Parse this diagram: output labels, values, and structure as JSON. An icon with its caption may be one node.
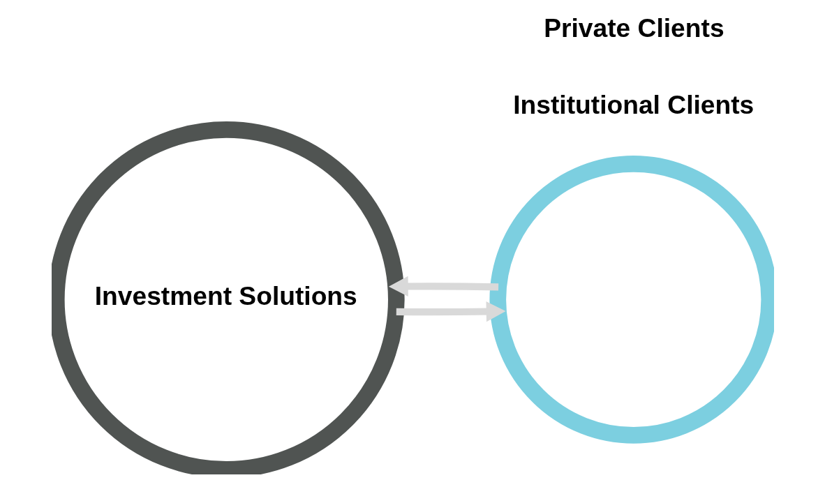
{
  "diagram": {
    "nodes": [
      {
        "text": [
          "Investment Solutions"
        ]
      },
      {
        "text": [
          "Institutional Clients"
        ]
      },
      {
        "text": [
          "Private Clients"
        ]
      },
      {
        "text": [],
        "shape": "circle"
      }
    ],
    "edges": [
      {
        "from": 0,
        "to": 3,
        "arrow": "to"
      },
      {
        "from": 3,
        "to": 0,
        "arrow": "to"
      }
    ]
  }
}
